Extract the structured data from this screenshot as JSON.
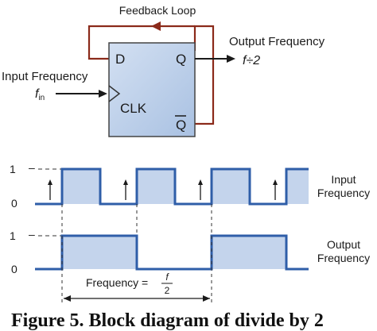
{
  "diagram": {
    "feedback_label": "Feedback Loop",
    "output_label": "Output Frequency",
    "output_formula": "f÷2",
    "input_label": "Input Frequency",
    "input_symbol_main": "f",
    "input_symbol_sub": "in",
    "pin_d": "D",
    "pin_q": "Q",
    "pin_clk": "CLK",
    "pin_qbar": "Q",
    "colors": {
      "block_fill": "#b9cde8",
      "block_stroke": "#444444",
      "feedback_arrow": "#8b2a1a"
    }
  },
  "timing": {
    "level_high": "1",
    "level_low": "0",
    "input_label_line1": "Input",
    "input_label_line2": "Frequency",
    "output_label_line1": "Output",
    "output_label_line2": "Frequency",
    "frequency_text": "Frequency =",
    "frequency_num": "f",
    "frequency_den": "2",
    "colors": {
      "waveform": "#2f5ea8",
      "fill": "#c4d4ec"
    }
  },
  "caption": "Figure 5. Block diagram of divide by 2"
}
